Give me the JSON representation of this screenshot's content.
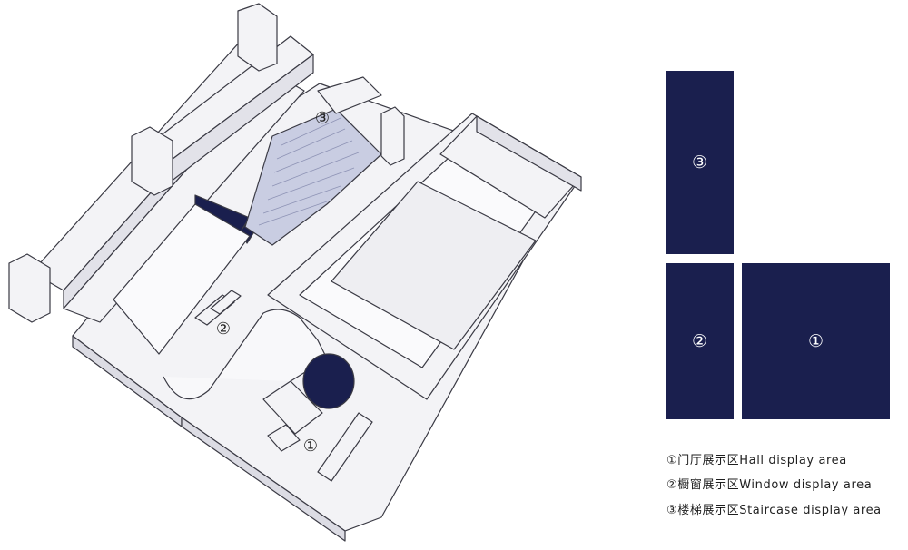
{
  "model_labels": {
    "hall": "①",
    "window": "②",
    "stair": "③"
  },
  "zones": [
    {
      "id": "1",
      "label": "①"
    },
    {
      "id": "2",
      "label": "②"
    },
    {
      "id": "3",
      "label": "③"
    }
  ],
  "legend": [
    "①门厅展示区Hall display  area",
    "②橱窗展示区Window display area",
    "③楼梯展示区Staircase display area"
  ],
  "colors": {
    "accent": "#1a1f4e",
    "model_fill": "#f3f3f6",
    "model_line": "#3a3a44"
  }
}
